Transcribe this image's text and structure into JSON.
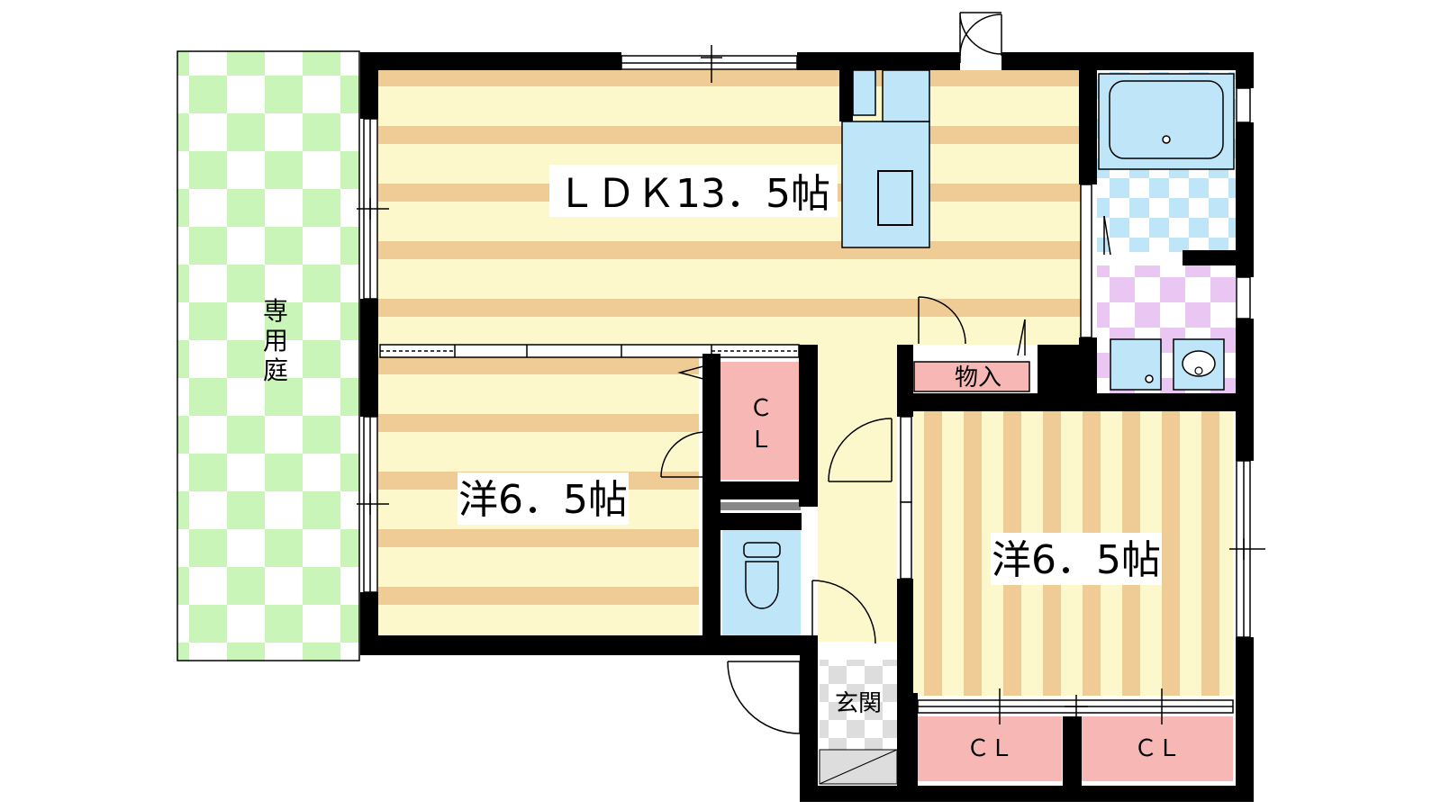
{
  "rooms": {
    "ldk": "ＬＤＫ13．5帖",
    "western_left": "洋6．5帖",
    "western_right": "洋6．5帖",
    "storage": "物入",
    "entrance": "玄関",
    "closet_left_line1": "Ｃ",
    "closet_left_line2": "Ｌ",
    "closet_bottom_left": "ＣＬ",
    "closet_bottom_right": "ＣＬ",
    "garden_line1": "専",
    "garden_line2": "用",
    "garden_line3": "庭"
  },
  "colors": {
    "wood_stripe_dark": "#efcb95",
    "wood_stripe_light": "#fdf7cc",
    "wet_area_blue": "#bfe6f8",
    "closet_pink": "#f7b7b5",
    "garden_green": "#c9f6b8",
    "washroom_purple": "#eac6f2",
    "entrance_gray": "#dddddd",
    "wall": "#000000"
  }
}
